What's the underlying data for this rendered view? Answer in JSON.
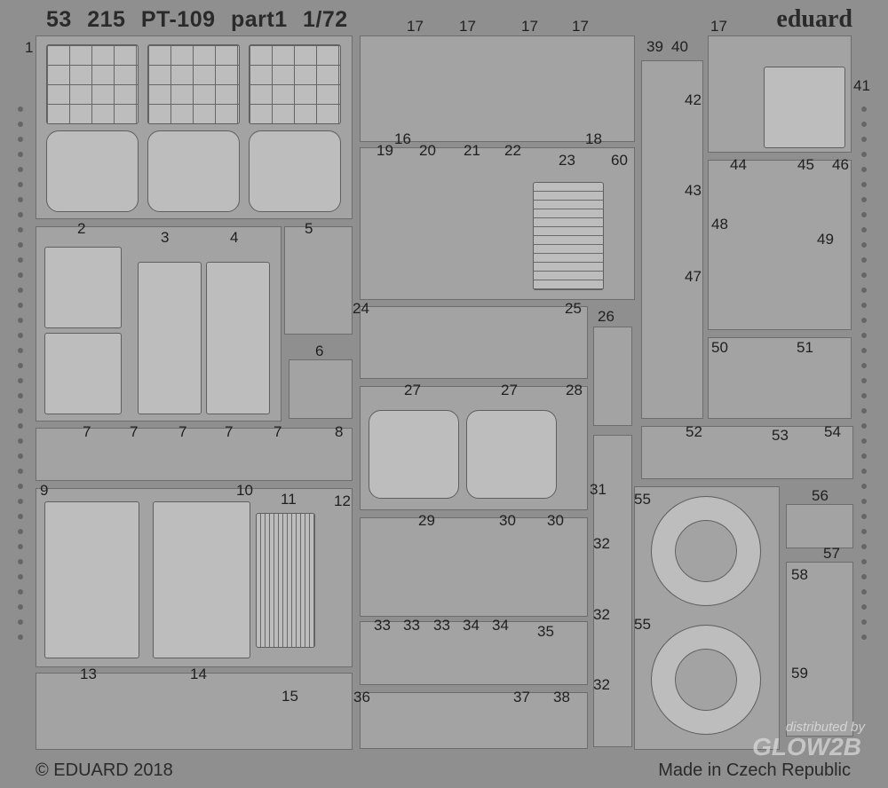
{
  "header": {
    "title": "53 215  PT-109   part1   1/72",
    "brand": "eduard"
  },
  "footer": {
    "copyright": "© EDUARD 2018",
    "origin": "Made in Czech Republic"
  },
  "watermark": {
    "line1": "distributed by",
    "line2": "GLOW2B"
  },
  "labels": [
    "1",
    "2",
    "3",
    "4",
    "5",
    "6",
    "7",
    "7",
    "7",
    "7",
    "7",
    "8",
    "9",
    "10",
    "11",
    "12",
    "13",
    "14",
    "15",
    "17",
    "17",
    "17",
    "17",
    "17",
    "16",
    "19",
    "20",
    "21",
    "22",
    "23",
    "18",
    "60",
    "24",
    "25",
    "26",
    "27",
    "27",
    "28",
    "29",
    "30",
    "30",
    "31",
    "32",
    "32",
    "32",
    "33",
    "33",
    "33",
    "34",
    "34",
    "35",
    "36",
    "37",
    "38",
    "39",
    "40",
    "41",
    "42",
    "43",
    "44",
    "45",
    "46",
    "47",
    "48",
    "49",
    "50",
    "51",
    "52",
    "53",
    "54",
    "55",
    "55",
    "56",
    "57",
    "58",
    "59"
  ],
  "colors": {
    "fret": "#8f8f8f",
    "part": "#bdbdbd"
  }
}
